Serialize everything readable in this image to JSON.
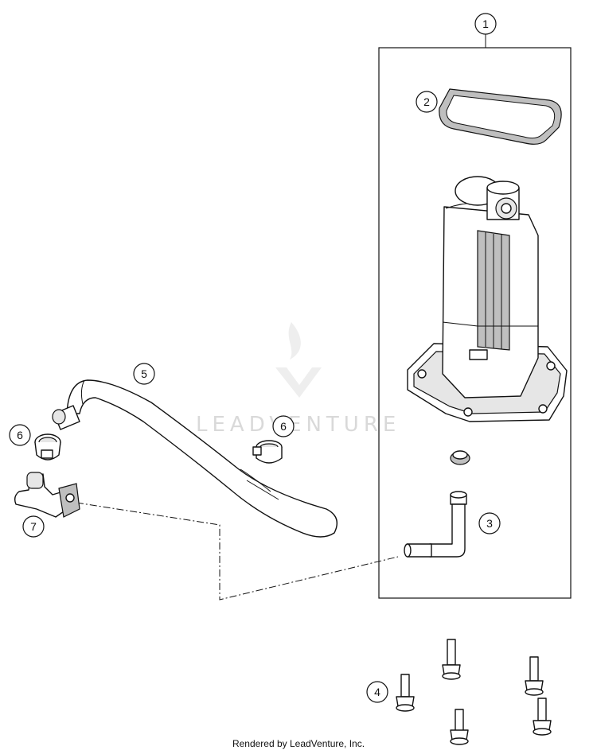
{
  "watermark": {
    "text": "LEADVENTURE"
  },
  "callouts": [
    {
      "id": "callout-1",
      "label": "1"
    },
    {
      "id": "callout-2",
      "label": "2"
    },
    {
      "id": "callout-3",
      "label": "3"
    },
    {
      "id": "callout-4",
      "label": "4"
    },
    {
      "id": "callout-5",
      "label": "5"
    },
    {
      "id": "callout-6a",
      "label": "6"
    },
    {
      "id": "callout-6b",
      "label": "6"
    },
    {
      "id": "callout-7",
      "label": "7"
    }
  ],
  "footer": {
    "text": "Rendered by LeadVenture, Inc."
  },
  "colors": {
    "line": "#111111",
    "shade": "#bfbfbf",
    "watermark": "#d9d9d9"
  }
}
